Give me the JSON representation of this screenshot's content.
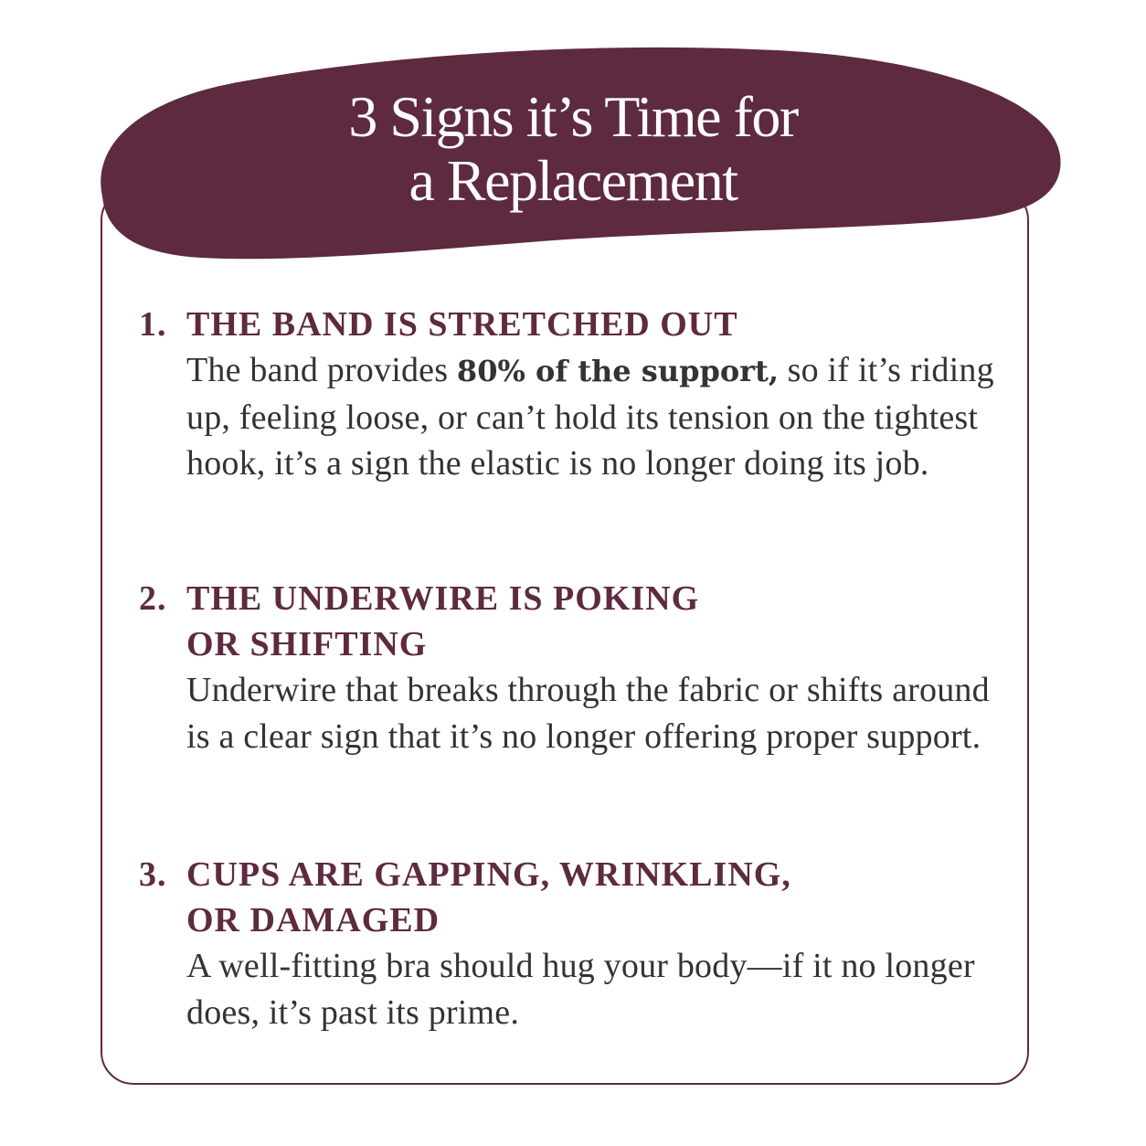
{
  "colors": {
    "accent": "#5e2a3f",
    "body_text": "#333333",
    "background": "#ffffff"
  },
  "header": {
    "title_line1": "3 Signs it’s Time for",
    "title_line2": "a Replacement"
  },
  "items": [
    {
      "number": "1.",
      "title_lines": [
        "THE BAND IS STRETCHED OUT"
      ],
      "body_before": "The band provides ",
      "body_bold": "80% of the support,",
      "body_after": " so if it’s riding up, feeling loose, or can’t hold its tension on the tightest hook, it’s a sign the elastic is no longer doing its job."
    },
    {
      "number": "2.",
      "title_lines": [
        "THE UNDERWIRE IS POKING",
        "OR SHIFTING"
      ],
      "body": "Underwire that breaks through the fabric or shifts around is a clear sign that it’s no longer offering proper support."
    },
    {
      "number": "3.",
      "title_lines": [
        "CUPS ARE GAPPING, WRINKLING,",
        "OR DAMAGED"
      ],
      "body": "A well-fitting bra should hug your body—if it no longer does, it’s past its prime."
    }
  ]
}
